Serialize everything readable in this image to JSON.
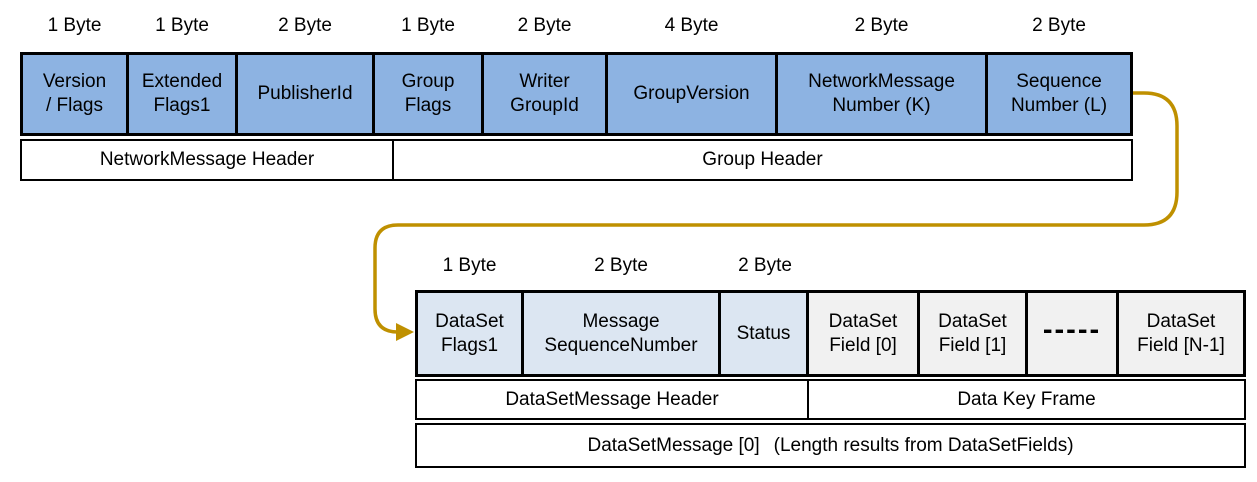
{
  "colors": {
    "cell_blue": "#8DB3E2",
    "cell_light_blue": "#DCE6F2",
    "cell_gray": "#F1F1F1",
    "arrow": "#BF9000",
    "border": "#000000"
  },
  "network_message_table": {
    "byte_labels": [
      "1 Byte",
      "1 Byte",
      "2 Byte",
      "1 Byte",
      "2 Byte",
      "4 Byte",
      "2 Byte",
      "2 Byte"
    ],
    "cells": [
      "Version\n/ Flags",
      "Extended\nFlags1",
      "PublisherId",
      "Group\nFlags",
      "Writer\nGroupId",
      "GroupVersion",
      "NetworkMessage\nNumber (K)",
      "Sequence\nNumber (L)"
    ],
    "spans": [
      "NetworkMessage Header",
      "Group Header"
    ]
  },
  "dataset_message_table": {
    "byte_labels": [
      "1 Byte",
      "2 Byte",
      "2 Byte"
    ],
    "cells": [
      "DataSet\nFlags1",
      "Message\nSequenceNumber",
      "Status",
      "DataSet\nField [0]",
      "DataSet\nField [1]",
      "-----",
      "DataSet\nField [N-1]"
    ],
    "spans": [
      "DataSetMessage Header",
      "Data Key Frame"
    ],
    "footer": {
      "label": "DataSetMessage [0]",
      "note": "(Length results from DataSetFields)"
    }
  }
}
